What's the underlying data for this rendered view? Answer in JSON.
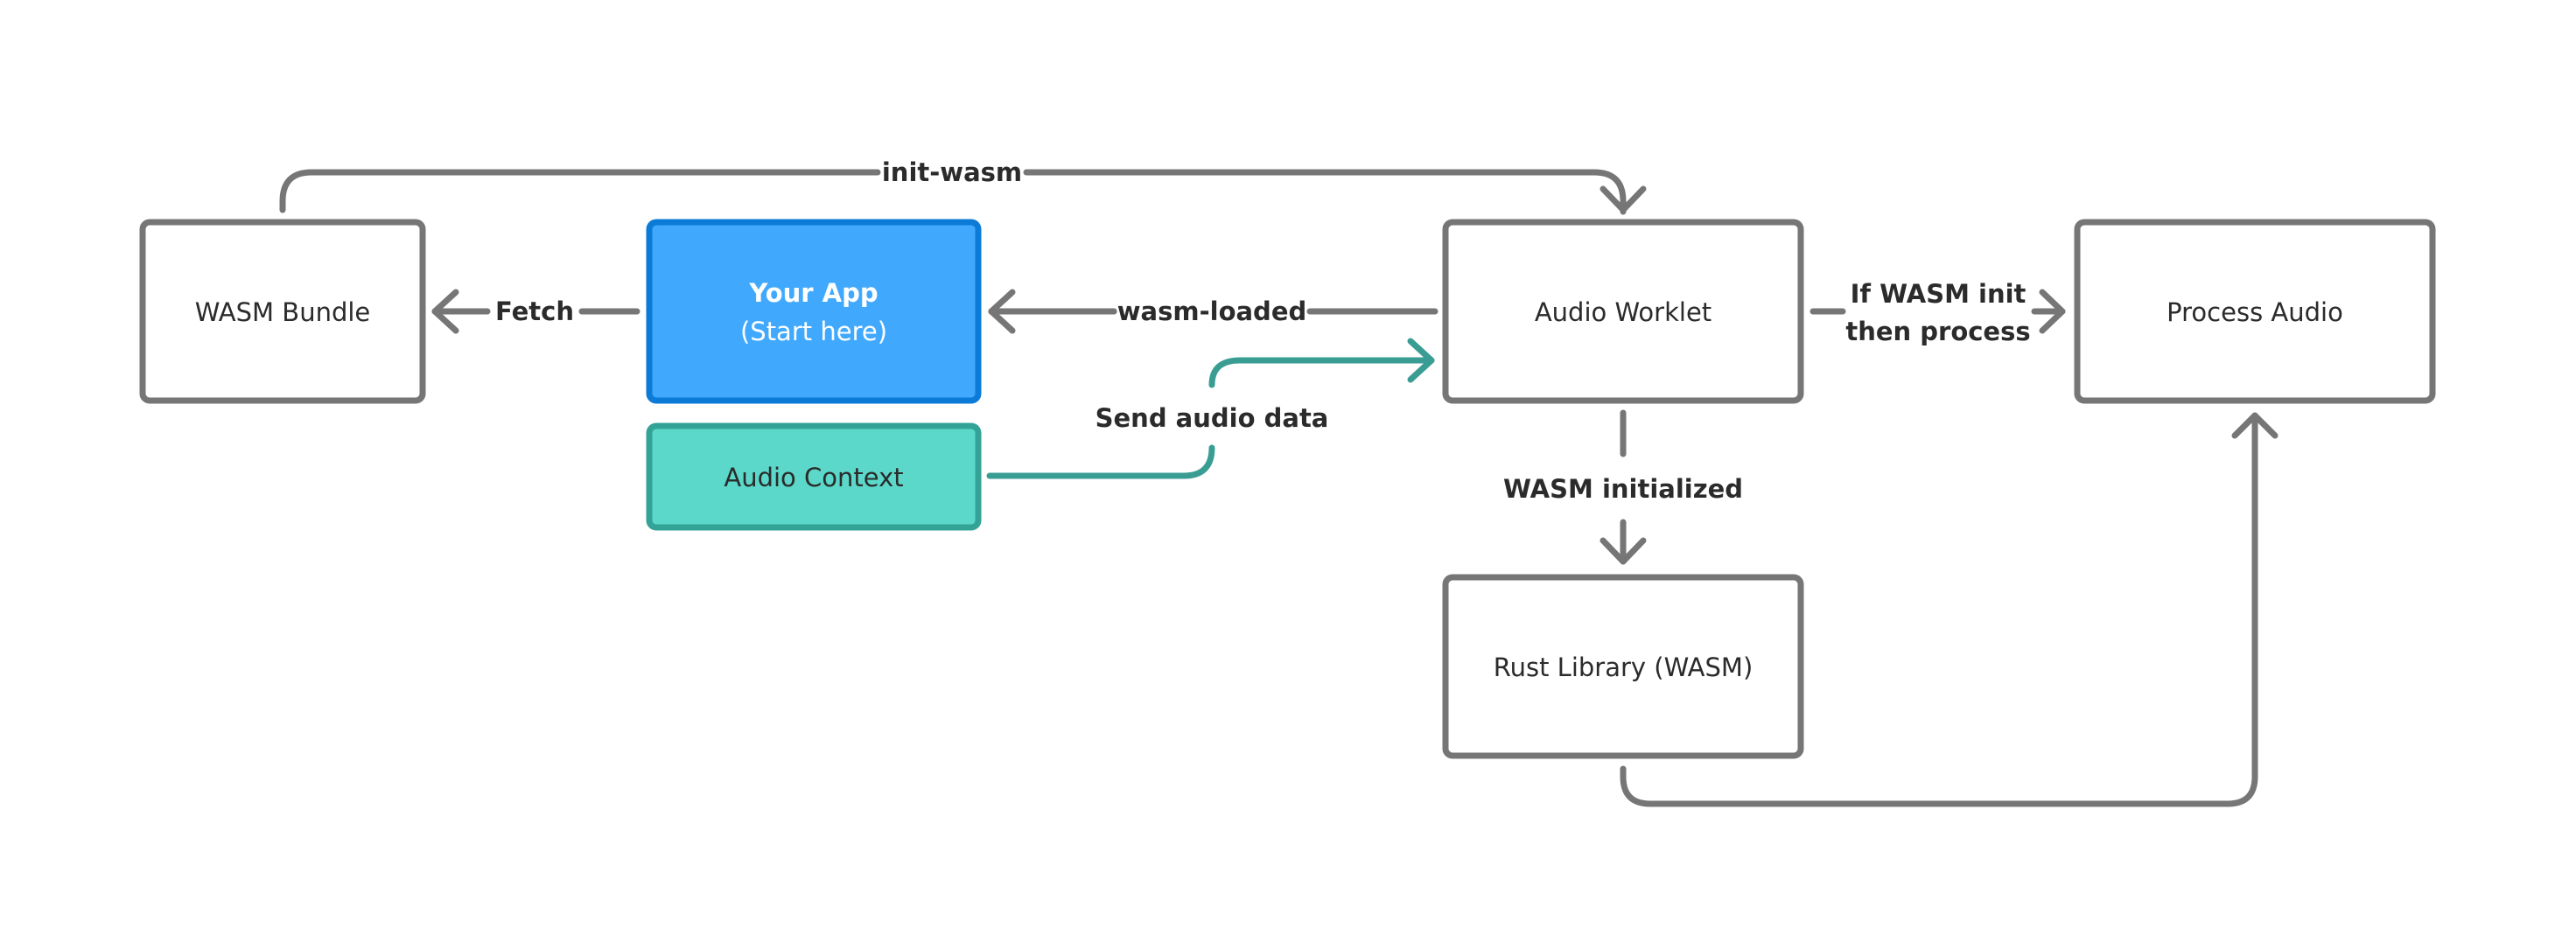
{
  "colors": {
    "edge": "#767676",
    "edge_teal": "#3a9d94",
    "node_border": "#767676",
    "node_fill": "#ffffff",
    "app_fill": "#41a9fd",
    "app_border": "#0b7bd7",
    "context_fill": "#5bd8ca",
    "context_border": "#33a397",
    "text": "#2b2b2b"
  },
  "nodes": {
    "wasm_bundle": "WASM Bundle",
    "your_app_title": "Your App",
    "your_app_subtitle": "(Start here)",
    "audio_context": "Audio Context",
    "audio_worklet": "Audio Worklet",
    "process_audio": "Process Audio",
    "rust_library": "Rust Library (WASM)"
  },
  "edges": {
    "init_wasm": "init-wasm",
    "fetch": "Fetch",
    "wasm_loaded": "wasm-loaded",
    "send_audio_data": "Send audio data",
    "if_wasm_init_line1": "If WASM init",
    "if_wasm_init_line2": "then process",
    "wasm_initialized": "WASM initialized"
  }
}
